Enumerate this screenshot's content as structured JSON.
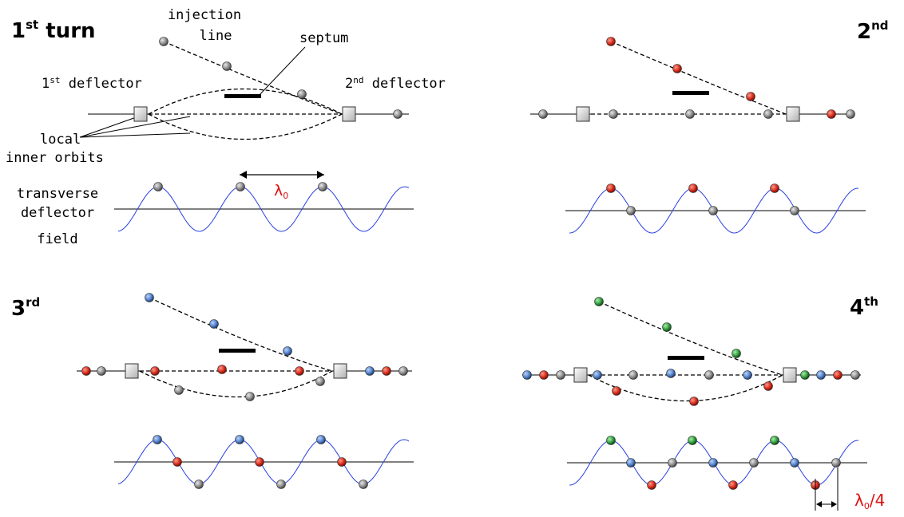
{
  "colors": {
    "gray": "#8a8a8a",
    "red": "#d42a1a",
    "blue": "#4f7fc8",
    "green": "#2e9a3a",
    "wave": "#2a3fe0",
    "lambda": "#e01010"
  },
  "panel1": {
    "title_base": "1",
    "title_sup": "st",
    "title_rest": " turn",
    "injection_line": [
      "injection",
      "line"
    ],
    "septum": "septum",
    "deflector1_base": "1",
    "deflector1_sup": "st",
    "deflector1_rest": " deflector",
    "deflector2_base": "2",
    "deflector2_sup": "nd",
    "deflector2_rest": " deflector",
    "local_inner_orbits": [
      "local",
      "inner orbits"
    ],
    "field_label": [
      "transverse",
      "deflector",
      "field"
    ],
    "lambda_label": "λ",
    "lambda_sub": "0"
  },
  "panel2": {
    "title_base": "2",
    "title_sup": "nd"
  },
  "panel3": {
    "title_base": "3",
    "title_sup": "rd"
  },
  "panel4": {
    "title_base": "4",
    "title_sup": "th",
    "lambda_label": "λ",
    "lambda_sub": "0",
    "lambda_suffix": "/4"
  }
}
